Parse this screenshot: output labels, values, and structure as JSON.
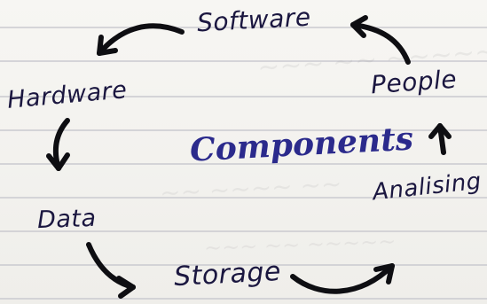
{
  "center_title": "Components",
  "cycle_labels": {
    "software": "Software",
    "people": "People",
    "analising": "Analising",
    "storage": "Storage",
    "data": "Data",
    "hardware": "Hardware"
  },
  "colors": {
    "ink": "#1b1740",
    "title_ink": "#2b2a8c",
    "paper": "#f2f1ee",
    "rule": "#c9c9cf"
  }
}
